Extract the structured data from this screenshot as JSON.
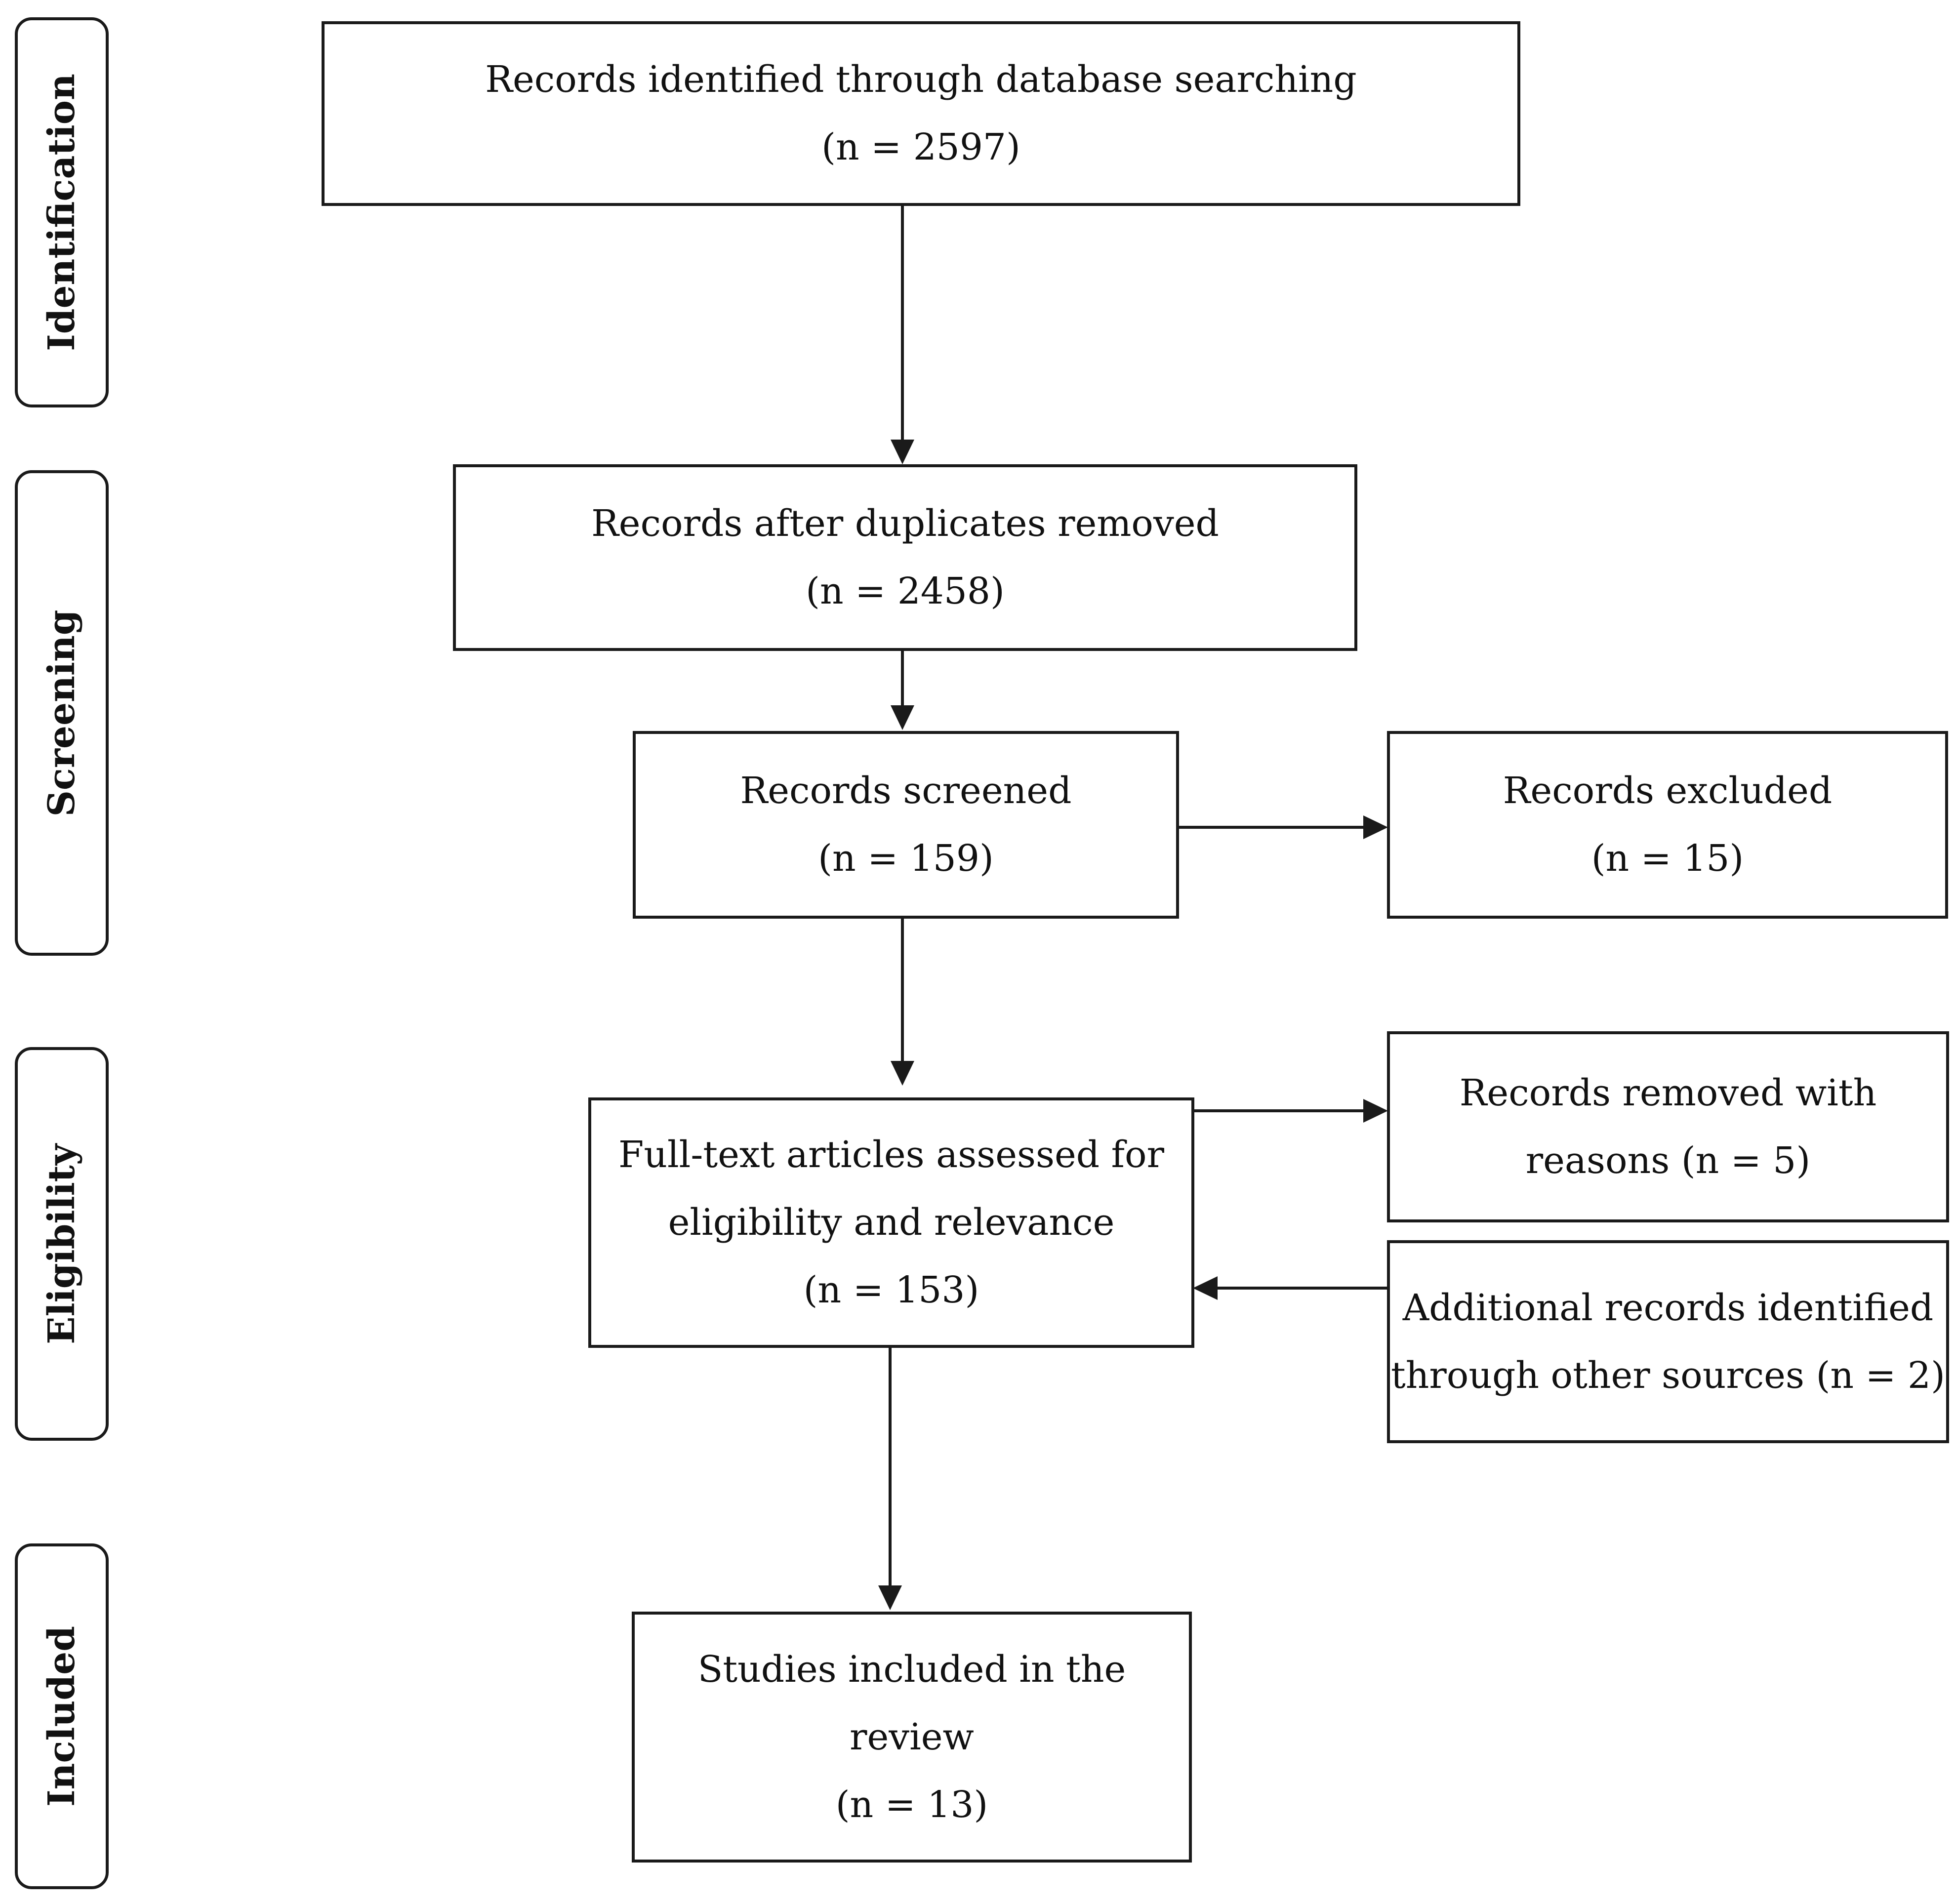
{
  "phases": {
    "identification": "Identification",
    "screening": "Screening",
    "eligibility": "Eligibility",
    "included": "Included"
  },
  "boxes": {
    "identified": {
      "lines": [
        "Records identified through database searching",
        "(n = 2597)"
      ]
    },
    "duplicates_removed": {
      "lines": [
        "Records after duplicates removed",
        "(n = 2458)"
      ]
    },
    "screened": {
      "lines": [
        "Records screened",
        "(n = 159)"
      ]
    },
    "excluded": {
      "lines": [
        "Records excluded",
        "(n = 15)"
      ]
    },
    "full_text": {
      "lines": [
        "Full-text articles assessed for",
        "eligibility and relevance",
        "(n = 153)"
      ]
    },
    "removed_with_reasons": {
      "lines": [
        "Records removed with",
        "reasons (n = 5)"
      ]
    },
    "additional_records": {
      "lines": [
        "Additional records identified",
        "through other sources (n = 2)"
      ]
    },
    "included_studies": {
      "lines": [
        "Studies included in the",
        "review",
        "(n = 13)"
      ]
    }
  }
}
